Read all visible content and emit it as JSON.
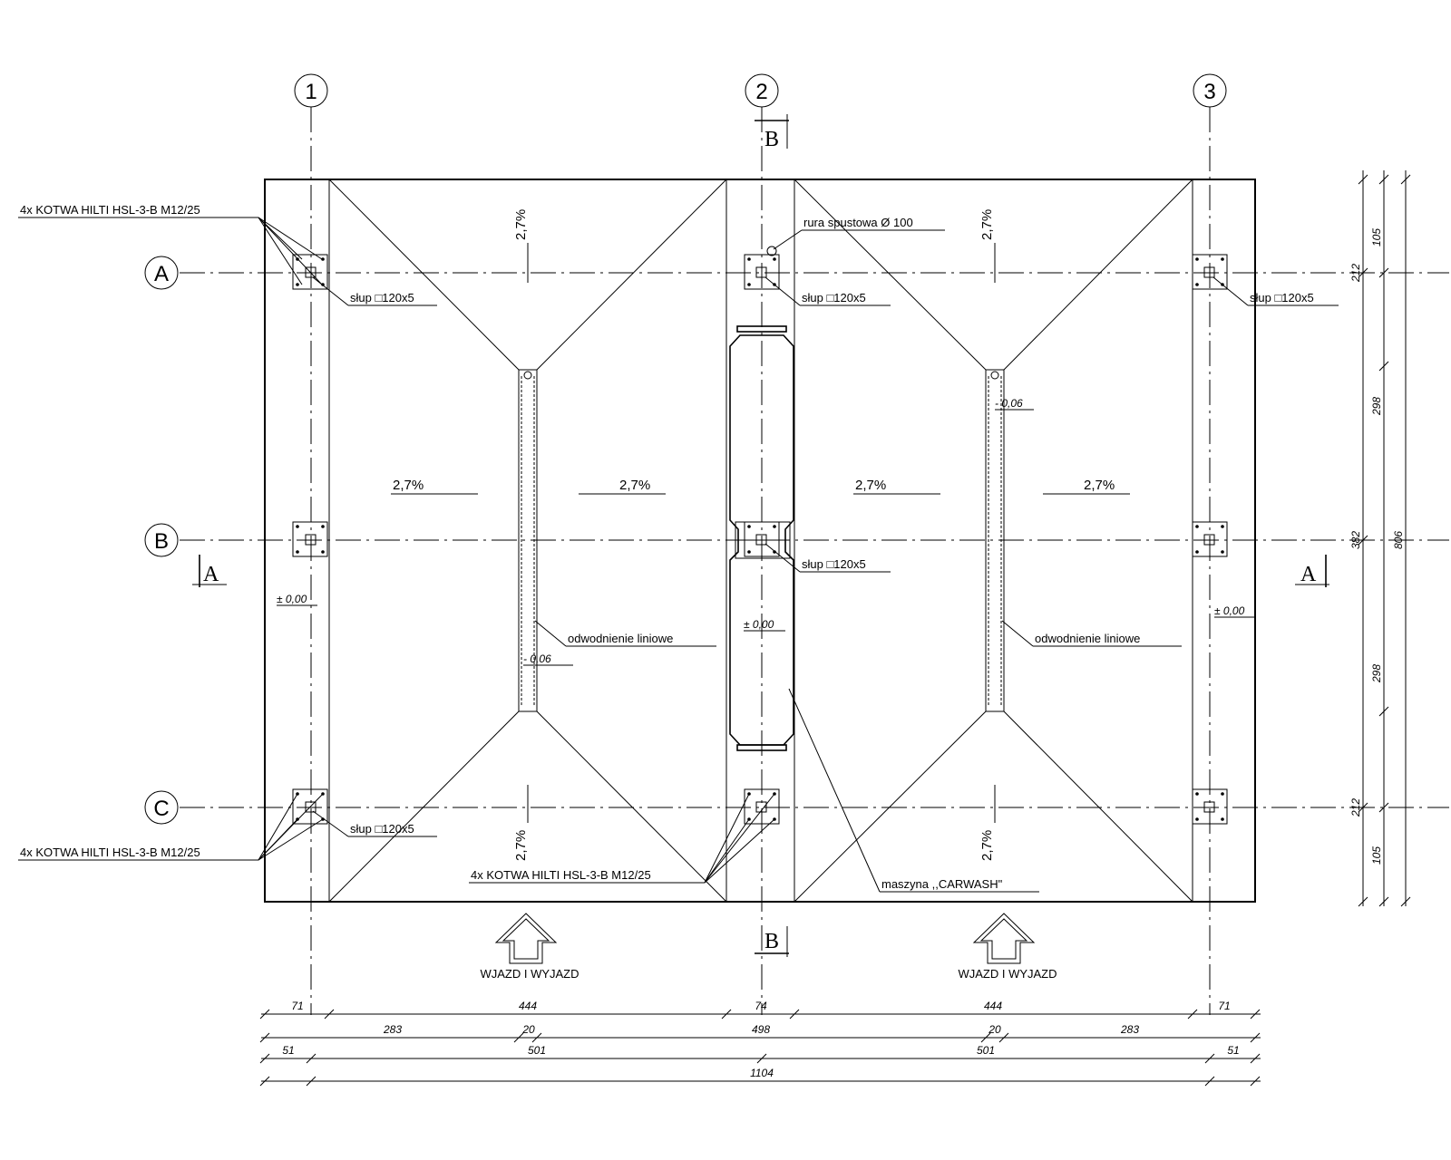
{
  "grid": {
    "columns": [
      "1",
      "2",
      "3"
    ],
    "rows": [
      "A",
      "B",
      "C"
    ]
  },
  "sections": {
    "a": "A",
    "b": "B"
  },
  "slopes": {
    "top_left": "2,7%",
    "top_right": "2,7%",
    "mid_1": "2,7%",
    "mid_2": "2,7%",
    "mid_3": "2,7%",
    "mid_4": "2,7%",
    "bottom_left": "2,7%",
    "bottom_right": "2,7%"
  },
  "annotations": {
    "anchor_top_left": "4x KOTWA HILTI HSL-3-B M12/25",
    "anchor_bottom_left": "4x KOTWA HILTI HSL-3-B M12/25",
    "anchor_bottom_mid": "4x KOTWA HILTI HSL-3-B M12/25",
    "column_a1": "słup □120x5",
    "column_a2": "słup □120x5",
    "column_a3": "słup □120x5",
    "column_b2": "słup □120x5",
    "column_c1": "słup □120x5",
    "downpipe": "rura spustowa Ø 100",
    "drain_left": "odwodnienie liniowe",
    "drain_right": "odwodnienie liniowe",
    "machine": "maszyna ,,CARWASH\"",
    "entry_left": "WJAZD I WYJAZD",
    "entry_right": "WJAZD I WYJAZD"
  },
  "levels": {
    "left": "± 0,00",
    "center": "± 0,00",
    "right": "± 0,00",
    "drain_left": "- 0,06",
    "drain_right": "- 0,06"
  },
  "dims_horizontal": {
    "row1": [
      "71",
      "444",
      "74",
      "444",
      "71"
    ],
    "row2": [
      "283",
      "20",
      "498",
      "20",
      "283"
    ],
    "row3": [
      "51",
      "501",
      "501",
      "51"
    ],
    "row4": [
      "1104"
    ]
  },
  "dims_vertical": {
    "col1": [
      "105",
      "212",
      "298",
      "382",
      "298",
      "212",
      "105"
    ],
    "col2": [
      "806"
    ]
  }
}
